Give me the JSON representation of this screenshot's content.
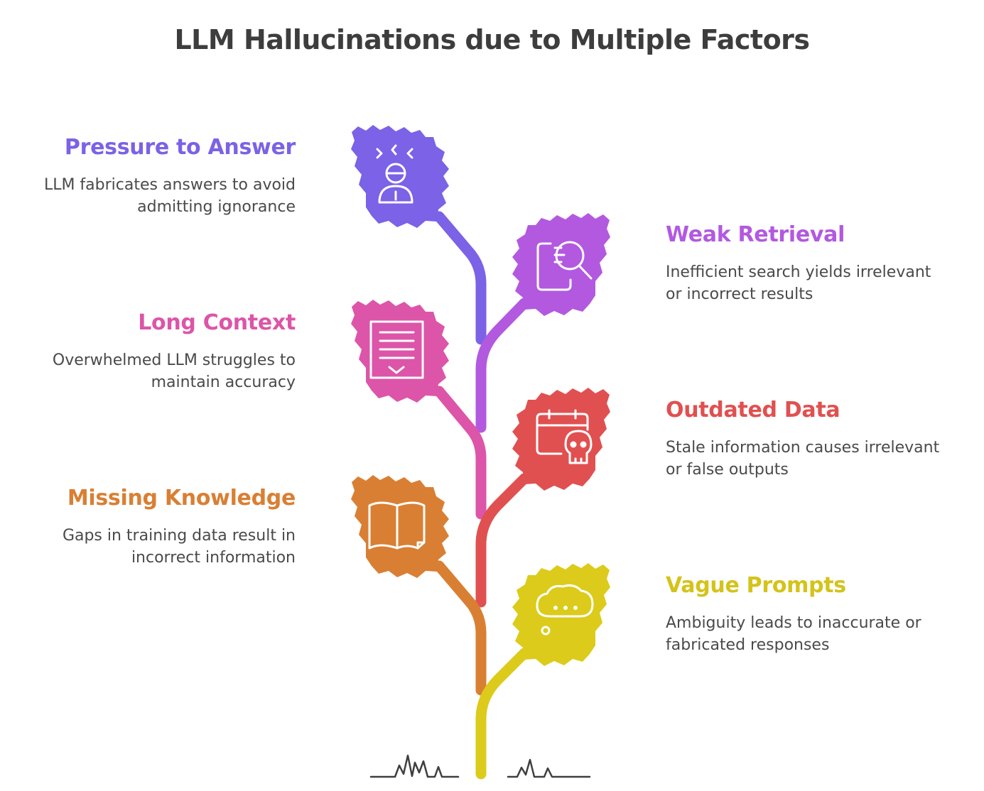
{
  "title": "LLM Hallucinations due to Multiple Factors",
  "colors": {
    "purple": "#7b62e6",
    "violet": "#b259e0",
    "pink": "#dc55a8",
    "red": "#e15050",
    "orange": "#d97f33",
    "yellow": "#dccb1a",
    "text": "#4a4a4a",
    "title": "#3d3d3d"
  },
  "factors": [
    {
      "id": "pressure",
      "heading": "Pressure to Answer",
      "description_lines": [
        "LLM fabricates answers to avoid",
        "admitting ignorance"
      ],
      "color": "#7b62e6",
      "icon": "stressed-person-icon"
    },
    {
      "id": "retrieval",
      "heading": "Weak Retrieval",
      "description_lines": [
        "Inefficient search yields irrelevant",
        "or incorrect results"
      ],
      "color": "#b259e0",
      "icon": "document-search-icon"
    },
    {
      "id": "context",
      "heading": "Long Context",
      "description_lines": [
        "Overwhelmed LLM struggles to",
        "maintain accuracy"
      ],
      "color": "#dc55a8",
      "icon": "long-document-icon"
    },
    {
      "id": "outdated",
      "heading": "Outdated Data",
      "description_lines": [
        "Stale information causes irrelevant",
        "or false outputs"
      ],
      "color": "#e15050",
      "icon": "calendar-skull-icon"
    },
    {
      "id": "missing",
      "heading": "Missing Knowledge",
      "description_lines": [
        "Gaps in training data result in",
        "incorrect information"
      ],
      "color": "#d97f33",
      "icon": "open-book-icon"
    },
    {
      "id": "vague",
      "heading": "Vague Prompts",
      "description_lines": [
        "Ambiguity leads to inaccurate or",
        "fabricated responses"
      ],
      "color": "#dccb1a",
      "icon": "thought-bubble-icon"
    }
  ]
}
